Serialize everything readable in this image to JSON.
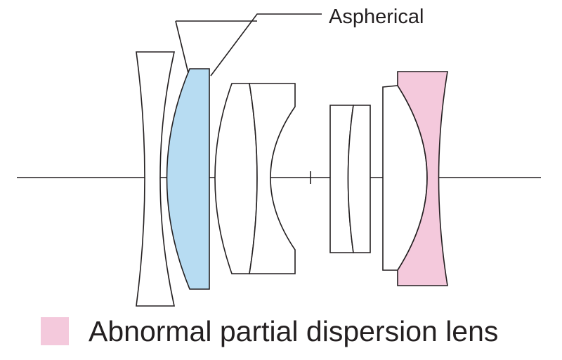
{
  "callout": {
    "label": "Aspherical"
  },
  "legend": {
    "label": "Abnormal partial dispersion lens"
  },
  "colors": {
    "line": "#231f20",
    "aspherical_fill": "#b7dcf2",
    "abnormal_dispersion_fill": "#f4c9dc",
    "plain_fill": "#ffffff"
  },
  "elements": [
    {
      "name": "element-1",
      "type": "negative-meniscus",
      "fill": "plain"
    },
    {
      "name": "element-2",
      "type": "aspherical",
      "fill": "aspherical"
    },
    {
      "name": "element-3",
      "type": "convex",
      "fill": "plain"
    },
    {
      "name": "element-4",
      "type": "concave",
      "fill": "plain"
    },
    {
      "name": "element-5",
      "type": "meniscus",
      "fill": "plain"
    },
    {
      "name": "element-6",
      "type": "meniscus",
      "fill": "plain"
    },
    {
      "name": "element-7",
      "type": "plano-convex",
      "fill": "plain"
    },
    {
      "name": "element-8",
      "type": "abnormal-partial-dispersion",
      "fill": "abnormal_dispersion"
    }
  ]
}
